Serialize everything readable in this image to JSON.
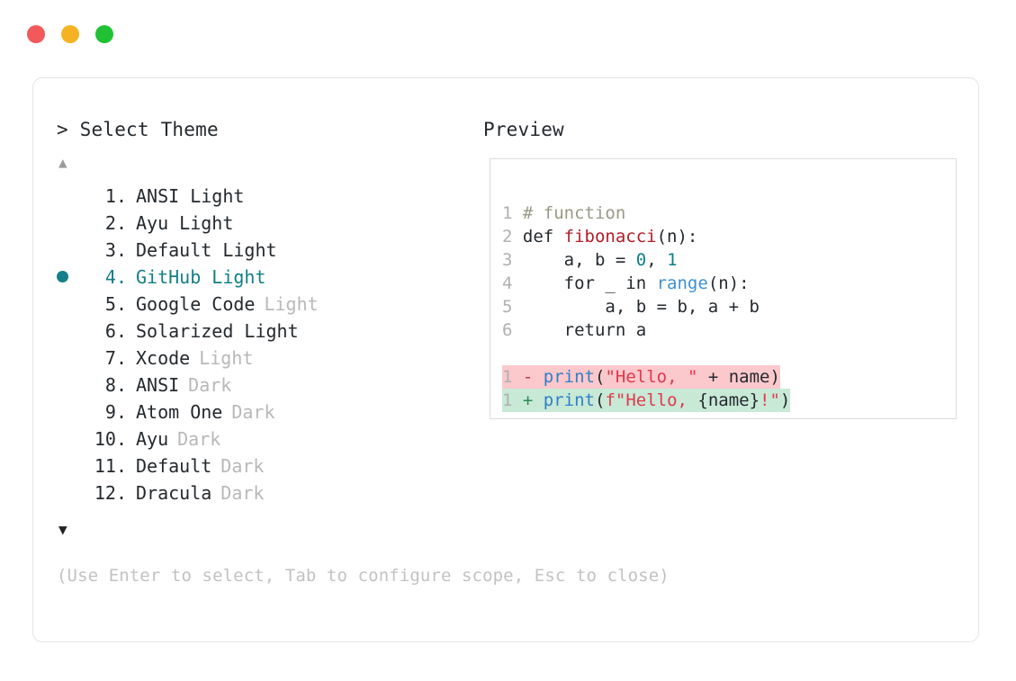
{
  "window": {
    "dots": [
      {
        "name": "close",
        "color": "#f1595b"
      },
      {
        "name": "minimize",
        "color": "#f5b323"
      },
      {
        "name": "zoom",
        "color": "#21c134"
      }
    ]
  },
  "left": {
    "heading": "> Select Theme",
    "scroll_up": "▲",
    "scroll_down": "▼",
    "selected_index": 4,
    "themes": [
      {
        "index": "1.",
        "name": "ANSI Light",
        "tag": "",
        "selected": false
      },
      {
        "index": "2.",
        "name": "Ayu Light",
        "tag": "",
        "selected": false
      },
      {
        "index": "3.",
        "name": "Default Light",
        "tag": "",
        "selected": false
      },
      {
        "index": "4.",
        "name": "GitHub Light",
        "tag": "",
        "selected": true
      },
      {
        "index": "5.",
        "name": "Google Code",
        "tag": "Light",
        "selected": false
      },
      {
        "index": "6.",
        "name": "Solarized Light",
        "tag": "",
        "selected": false
      },
      {
        "index": "7.",
        "name": "Xcode",
        "tag": "Light",
        "selected": false
      },
      {
        "index": "8.",
        "name": "ANSI",
        "tag": "Dark",
        "selected": false
      },
      {
        "index": "9.",
        "name": "Atom One",
        "tag": "Dark",
        "selected": false
      },
      {
        "index": "10.",
        "name": "Ayu",
        "tag": "Dark",
        "selected": false
      },
      {
        "index": "11.",
        "name": "Default",
        "tag": "Dark",
        "selected": false
      },
      {
        "index": "12.",
        "name": "Dracula",
        "tag": "Dark",
        "selected": false
      }
    ]
  },
  "right": {
    "heading": "Preview",
    "code_lines": [
      {
        "no": "1",
        "tokens": [
          {
            "t": "# function",
            "c": "comment"
          }
        ]
      },
      {
        "no": "2",
        "tokens": [
          {
            "t": "def ",
            "c": "plain"
          },
          {
            "t": "fibonacci",
            "c": "fn"
          },
          {
            "t": "(n):",
            "c": "plain"
          }
        ]
      },
      {
        "no": "3",
        "tokens": [
          {
            "t": "    a, b = ",
            "c": "plain"
          },
          {
            "t": "0",
            "c": "num"
          },
          {
            "t": ", ",
            "c": "plain"
          },
          {
            "t": "1",
            "c": "num"
          }
        ]
      },
      {
        "no": "4",
        "tokens": [
          {
            "t": "    for _ in ",
            "c": "plain"
          },
          {
            "t": "range",
            "c": "builtin"
          },
          {
            "t": "(n):",
            "c": "plain"
          }
        ]
      },
      {
        "no": "5",
        "tokens": [
          {
            "t": "        a, b = b, a + b",
            "c": "plain"
          }
        ]
      },
      {
        "no": "6",
        "tokens": [
          {
            "t": "    return a",
            "c": "plain"
          }
        ]
      }
    ],
    "diff_lines": [
      {
        "no": "1",
        "sign": "-",
        "kind": "del",
        "tokens": [
          {
            "t": "print",
            "c": "print"
          },
          {
            "t": "(",
            "c": "plain"
          },
          {
            "t": "\"Hello, \"",
            "c": "str"
          },
          {
            "t": " + name)",
            "c": "plain"
          }
        ]
      },
      {
        "no": "1",
        "sign": "+",
        "kind": "add",
        "tokens": [
          {
            "t": "print",
            "c": "print"
          },
          {
            "t": "(",
            "c": "plain"
          },
          {
            "t": "f\"Hello, ",
            "c": "str"
          },
          {
            "t": "{name}",
            "c": "plain"
          },
          {
            "t": "!\"",
            "c": "str"
          },
          {
            "t": ")",
            "c": "plain"
          }
        ]
      }
    ]
  },
  "footer": {
    "hint": "(Use Enter to select, Tab to configure scope, Esc to close)"
  },
  "colors": {
    "accent": "#137f86",
    "tag_muted": "#b8b8b8",
    "diff_del_bg": "#fbc8cc",
    "diff_add_bg": "#c8e9d6",
    "string": "#e2384d",
    "function": "#b31d28",
    "builtin": "#3f8fd0"
  }
}
